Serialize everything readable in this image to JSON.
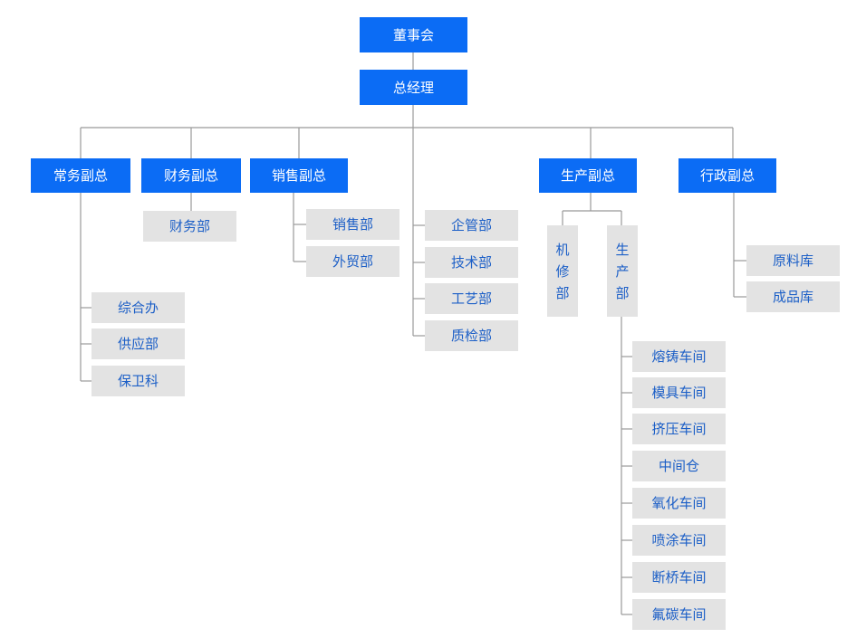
{
  "org": {
    "board": "董事会",
    "gm": "总经理",
    "vp_general": "常务副总",
    "vp_finance": "财务副总",
    "vp_sales": "销售副总",
    "vp_production": "生产副总",
    "vp_admin": "行政副总",
    "dept_finance": "财务部",
    "dept_sales": "销售部",
    "dept_trade": "外贸部",
    "dept_management": "企管部",
    "dept_tech": "技术部",
    "dept_process": "工艺部",
    "dept_qc": "质检部",
    "dept_office": "综合办",
    "dept_supply": "供应部",
    "dept_security": "保卫科",
    "dept_maintenance": "机修部",
    "dept_production": "生产部",
    "store_raw": "原料库",
    "store_finished": "成品库",
    "ws_casting": "熔铸车间",
    "ws_mold": "模具车间",
    "ws_extrusion": "挤压车间",
    "ws_intermediate": "中间仓",
    "ws_oxidation": "氧化车间",
    "ws_spraying": "喷涂车间",
    "ws_thermal_break": "断桥车间",
    "ws_fluorocarbon": "氟碳车间"
  },
  "colors": {
    "primary_fill": "#0b6cf5",
    "primary_text": "#ffffff",
    "secondary_fill": "#e3e3e3",
    "secondary_text": "#1c5fc7",
    "line": "#999999"
  }
}
